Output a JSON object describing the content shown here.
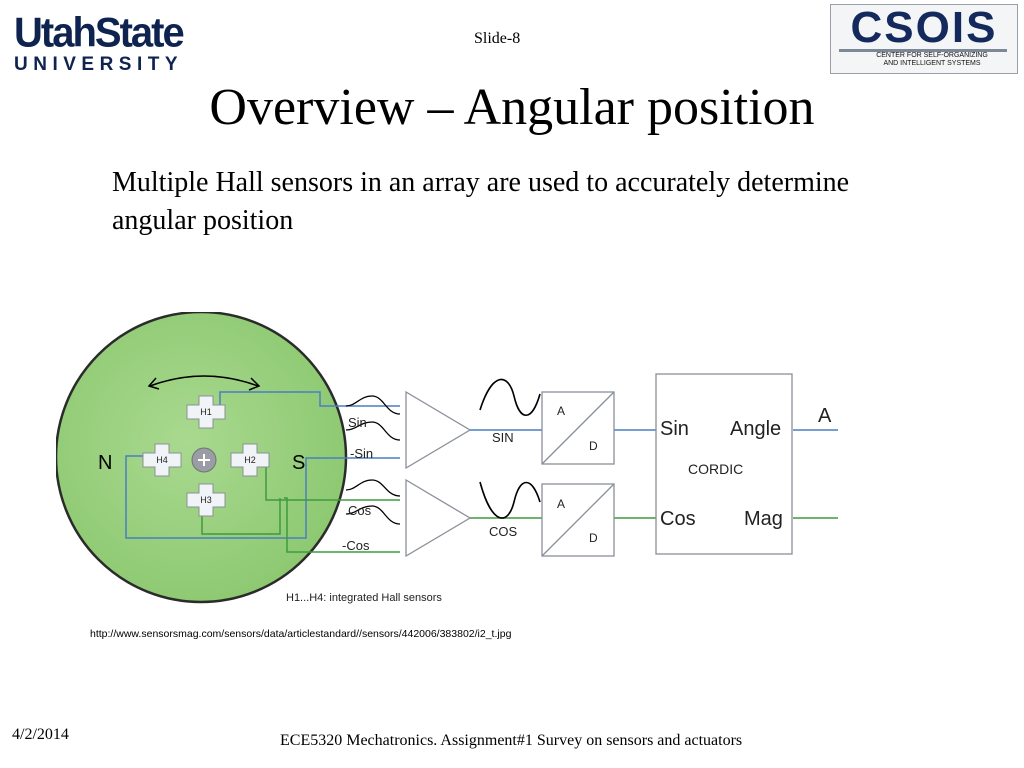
{
  "header": {
    "logo_line1": "UtahState",
    "logo_line2": "UNIVERSITY",
    "slide_number": "Slide-8",
    "csois_word": "CSOIS",
    "csois_sub_line1": "CENTER FOR SELF-ORGANIZING",
    "csois_sub_line2": "AND INTELLIGENT SYSTEMS"
  },
  "title": "Overview – Angular position",
  "subtitle": "Multiple Hall sensors in an array are used to accurately determine angular position",
  "diagram": {
    "pole_n": "N",
    "pole_s": "S",
    "sensor_labels": [
      "H1",
      "H2",
      "H3",
      "H4"
    ],
    "signal_sin": "Sin",
    "signal_neg_sin": "-Sin",
    "signal_cos": "Cos",
    "signal_neg_cos": "-Cos",
    "amp_out_sin": "SIN",
    "amp_out_cos": "COS",
    "adc_a": "A",
    "adc_d": "D",
    "cordic_in_sin": "Sin",
    "cordic_in_cos": "Cos",
    "cordic_out_angle": "Angle",
    "cordic_out_mag": "Mag",
    "cordic_label": "CORDIC",
    "output_a": "A",
    "caption": "H1...H4: integrated Hall sensors"
  },
  "source_url": "http://www.sensorsmag.com/sensors/data/articlestandard//sensors/442006/383802/i2_t.jpg",
  "date": "4/2/2014",
  "footer": "ECE5320 Mechatronics. Assignment#1 Survey on sensors and actuators",
  "colors": {
    "usu_navy": "#0f2350",
    "disc_green": "#92cc76",
    "sin_wire": "#4a7fc0",
    "cos_wire": "#3e9a3e"
  }
}
